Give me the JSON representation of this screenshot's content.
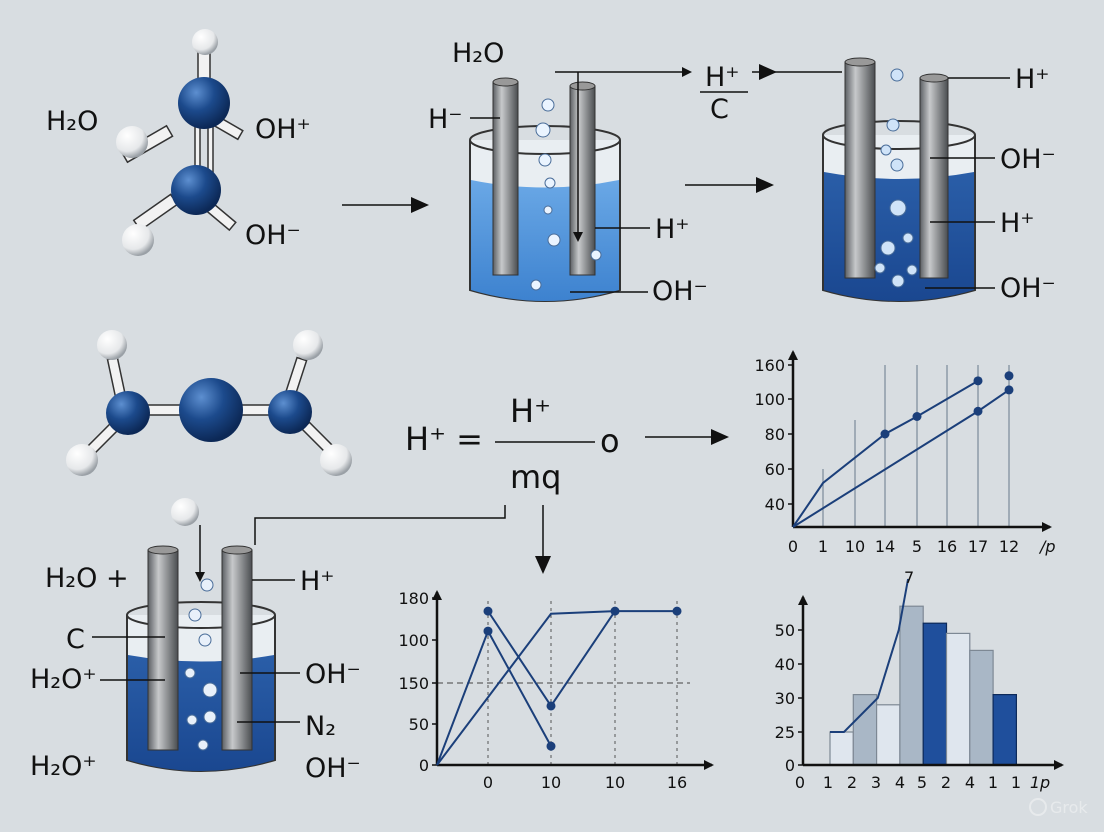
{
  "molecule_top": {
    "labels": {
      "left": "H₂O",
      "right_top": "OH⁺",
      "right_bottom": "OH⁻"
    }
  },
  "beaker_1": {
    "labels": {
      "top": "H₂O",
      "left": "H⁻",
      "right_mid": "H⁺",
      "right_bottom": "OH⁻"
    }
  },
  "fraction_top": {
    "numerator": "H⁺",
    "denominator": "C"
  },
  "beaker_2": {
    "labels": {
      "top": "H⁺",
      "upper": "OH⁻",
      "mid": "H⁺",
      "bottom": "OH⁻"
    }
  },
  "equation": {
    "lhs": "H⁺ =",
    "numerator": "H⁺",
    "rhs": "o",
    "denominator": "mq"
  },
  "beaker_3": {
    "labels": {
      "top_left": "H₂O +",
      "c": "C",
      "mid_left": "H₂O⁺",
      "bottom_left": "H₂O⁺",
      "top_right": "H⁺",
      "mid_right": "OH⁻",
      "n2": "N₂",
      "bottom_right": "OH⁻"
    }
  },
  "colors": {
    "background": "#d8dde1",
    "atom_blue": "#1c4a8c",
    "liquid_light": "#4a8fd6",
    "liquid_dark": "#1f4f9c",
    "series": "#1b3f7a"
  },
  "watermark": "Grok",
  "chart_data": [
    {
      "type": "line",
      "x_ticks": [
        "0",
        "1",
        "10",
        "14",
        "5",
        "16",
        "17",
        "12"
      ],
      "x_unit": "/p",
      "y_ticks": [
        "160",
        "100",
        "80",
        "60",
        "40"
      ],
      "gridline_tops": [
        null,
        60,
        88,
        160,
        160,
        160,
        160,
        160
      ],
      "series": [
        {
          "points": [
            [
              1,
              52
            ],
            [
              3,
              80
            ],
            [
              4,
              90
            ],
            [
              6,
              132
            ]
          ]
        },
        {
          "points": [
            [
              6,
              93
            ],
            [
              7,
              116
            ]
          ]
        }
      ],
      "extra_points": [
        [
          7,
          141
        ]
      ]
    },
    {
      "type": "line",
      "x_ticks": [
        "0",
        "10",
        "10",
        "16"
      ],
      "y_ticks": [
        "180",
        "100",
        "150",
        "50",
        "0"
      ],
      "reference_line_y": "150",
      "series": [
        {
          "points": [
            [
              0,
              117
            ],
            [
              1,
              23
            ]
          ]
        },
        {
          "points": [
            [
              0,
              155
            ],
            [
              1,
              94
            ],
            [
              2,
              155
            ],
            [
              3,
              155
            ]
          ]
        },
        {
          "points": [
            [
              1,
              150
            ],
            [
              2,
              155
            ]
          ]
        }
      ]
    },
    {
      "type": "bar",
      "x_ticks": [
        "0",
        "1",
        "2",
        "3",
        "4",
        "5",
        "2",
        "4",
        "1",
        "1",
        "1p"
      ],
      "y_ticks": [
        "50",
        "40",
        "30",
        "25",
        "0"
      ],
      "values": [
        25,
        31,
        29,
        57,
        52,
        49,
        44,
        31
      ],
      "bar_shades": [
        "light",
        "gray",
        "light",
        "gray",
        "dark",
        "light",
        "gray",
        "dark"
      ],
      "curve_top_label": "7"
    }
  ]
}
